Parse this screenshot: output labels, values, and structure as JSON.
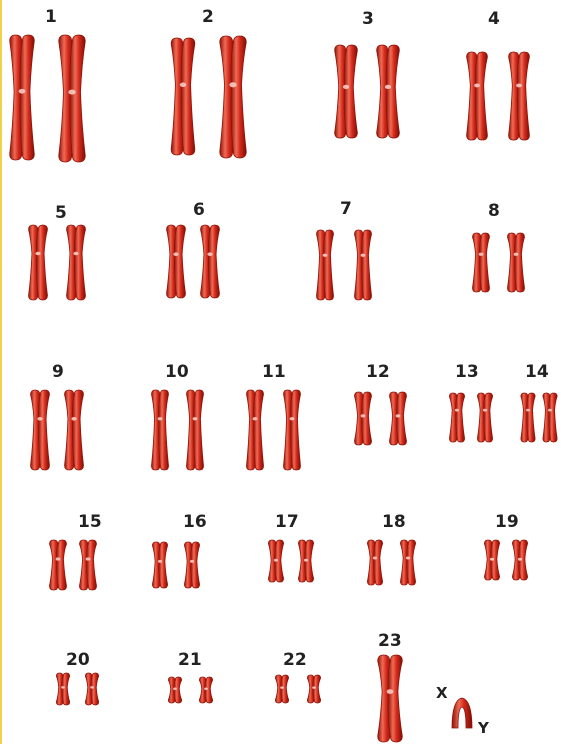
{
  "pairs": [
    {
      "label": "1"
    },
    {
      "label": "2"
    },
    {
      "label": "3"
    },
    {
      "label": "4"
    },
    {
      "label": "5"
    },
    {
      "label": "6"
    },
    {
      "label": "7"
    },
    {
      "label": "8"
    },
    {
      "label": "9"
    },
    {
      "label": "10"
    },
    {
      "label": "11"
    },
    {
      "label": "12"
    },
    {
      "label": "13"
    },
    {
      "label": "14"
    },
    {
      "label": "15"
    },
    {
      "label": "16"
    },
    {
      "label": "17"
    },
    {
      "label": "18"
    },
    {
      "label": "19"
    },
    {
      "label": "20"
    },
    {
      "label": "21"
    },
    {
      "label": "22"
    },
    {
      "label": "23"
    }
  ],
  "sex_chromosomes": {
    "x_label": "X",
    "y_label": "Y"
  },
  "colors": {
    "chromosome": "#d42a1b",
    "chromosome_dark": "#8e1308",
    "chromosome_light": "#f06b55",
    "text": "#222222"
  }
}
